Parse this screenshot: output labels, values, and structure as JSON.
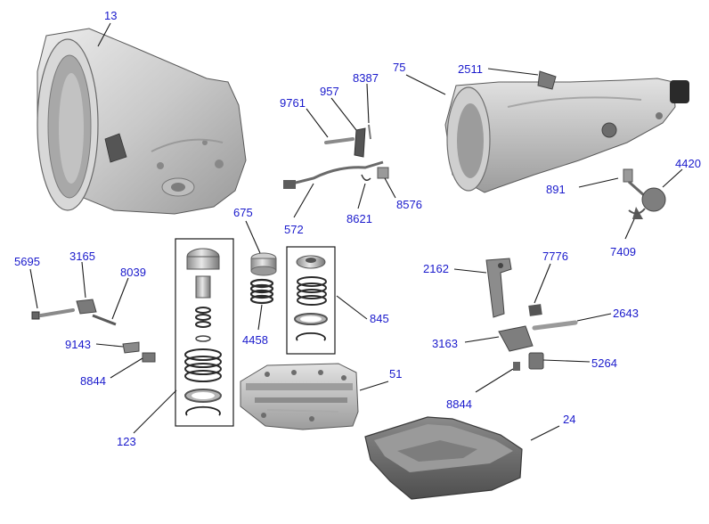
{
  "callouts": [
    {
      "id": "13",
      "label": "13"
    },
    {
      "id": "75",
      "label": "75"
    },
    {
      "id": "2511",
      "label": "2511"
    },
    {
      "id": "4420",
      "label": "4420"
    },
    {
      "id": "891",
      "label": "891"
    },
    {
      "id": "7409",
      "label": "7409"
    },
    {
      "id": "9761",
      "label": "9761"
    },
    {
      "id": "957",
      "label": "957"
    },
    {
      "id": "8387",
      "label": "8387"
    },
    {
      "id": "572",
      "label": "572"
    },
    {
      "id": "8621",
      "label": "8621"
    },
    {
      "id": "8576",
      "label": "8576"
    },
    {
      "id": "675",
      "label": "675"
    },
    {
      "id": "4458",
      "label": "4458"
    },
    {
      "id": "845",
      "label": "845"
    },
    {
      "id": "5695",
      "label": "5695"
    },
    {
      "id": "3165",
      "label": "3165"
    },
    {
      "id": "8039",
      "label": "8039"
    },
    {
      "id": "9143",
      "label": "9143"
    },
    {
      "id": "8844a",
      "label": "8844"
    },
    {
      "id": "123",
      "label": "123"
    },
    {
      "id": "51",
      "label": "51"
    },
    {
      "id": "24",
      "label": "24"
    },
    {
      "id": "2162",
      "label": "2162"
    },
    {
      "id": "7776",
      "label": "7776"
    },
    {
      "id": "2643",
      "label": "2643"
    },
    {
      "id": "3163",
      "label": "3163"
    },
    {
      "id": "5264",
      "label": "5264"
    },
    {
      "id": "8844b",
      "label": "8844"
    }
  ],
  "colors": {
    "callout_text": "#1a1acc",
    "leader_line": "#1a1a1a",
    "casting_light": "#d9d9d9",
    "casting_mid": "#b4b4b4",
    "casting_dark": "#7c7c7c",
    "pan": "#6e6e6e",
    "background": "#ffffff"
  }
}
